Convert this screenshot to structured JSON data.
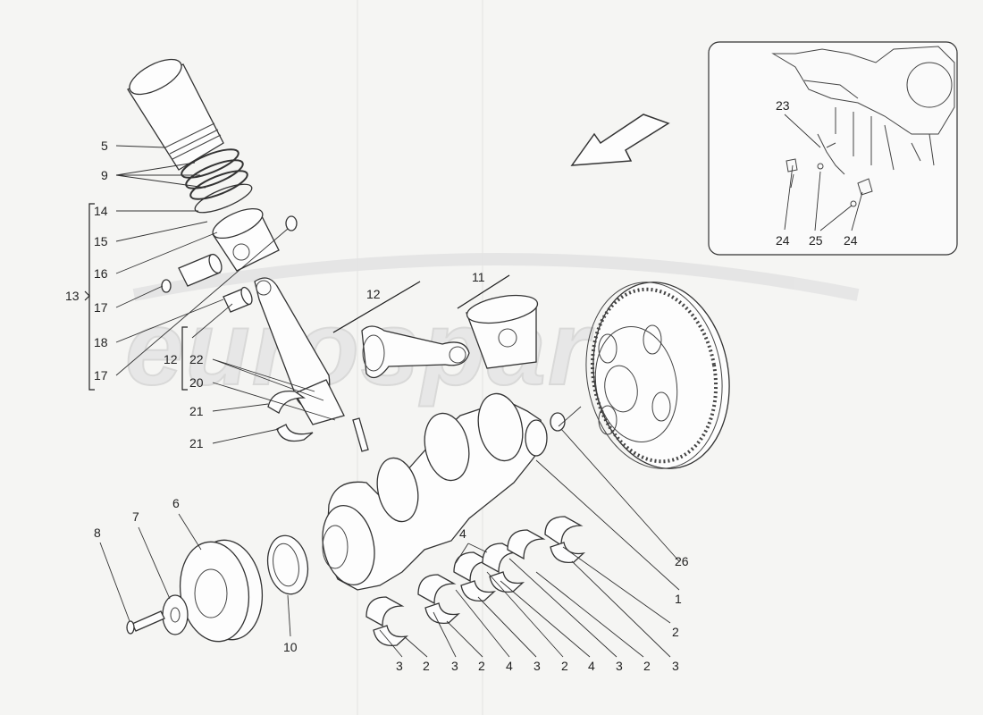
{
  "watermark": "eurospares",
  "callouts": {
    "c1": "1",
    "c2": "2",
    "c3": "3",
    "c4": "4",
    "c5": "5",
    "c6": "6",
    "c7": "7",
    "c8": "8",
    "c9": "9",
    "c10": "10",
    "c11": "11",
    "c12": "12",
    "c13": "13",
    "c14": "14",
    "c15": "15",
    "c16": "16",
    "c17": "17",
    "c18": "18",
    "c20": "20",
    "c21": "21",
    "c22": "22",
    "c23": "23",
    "c24": "24",
    "c25": "25",
    "c26": "26"
  },
  "colors": {
    "background": "#f5f5f3",
    "line": "#333333",
    "watermark": "#e6e6e6"
  },
  "icons": [
    "direction-arrow-icon"
  ]
}
